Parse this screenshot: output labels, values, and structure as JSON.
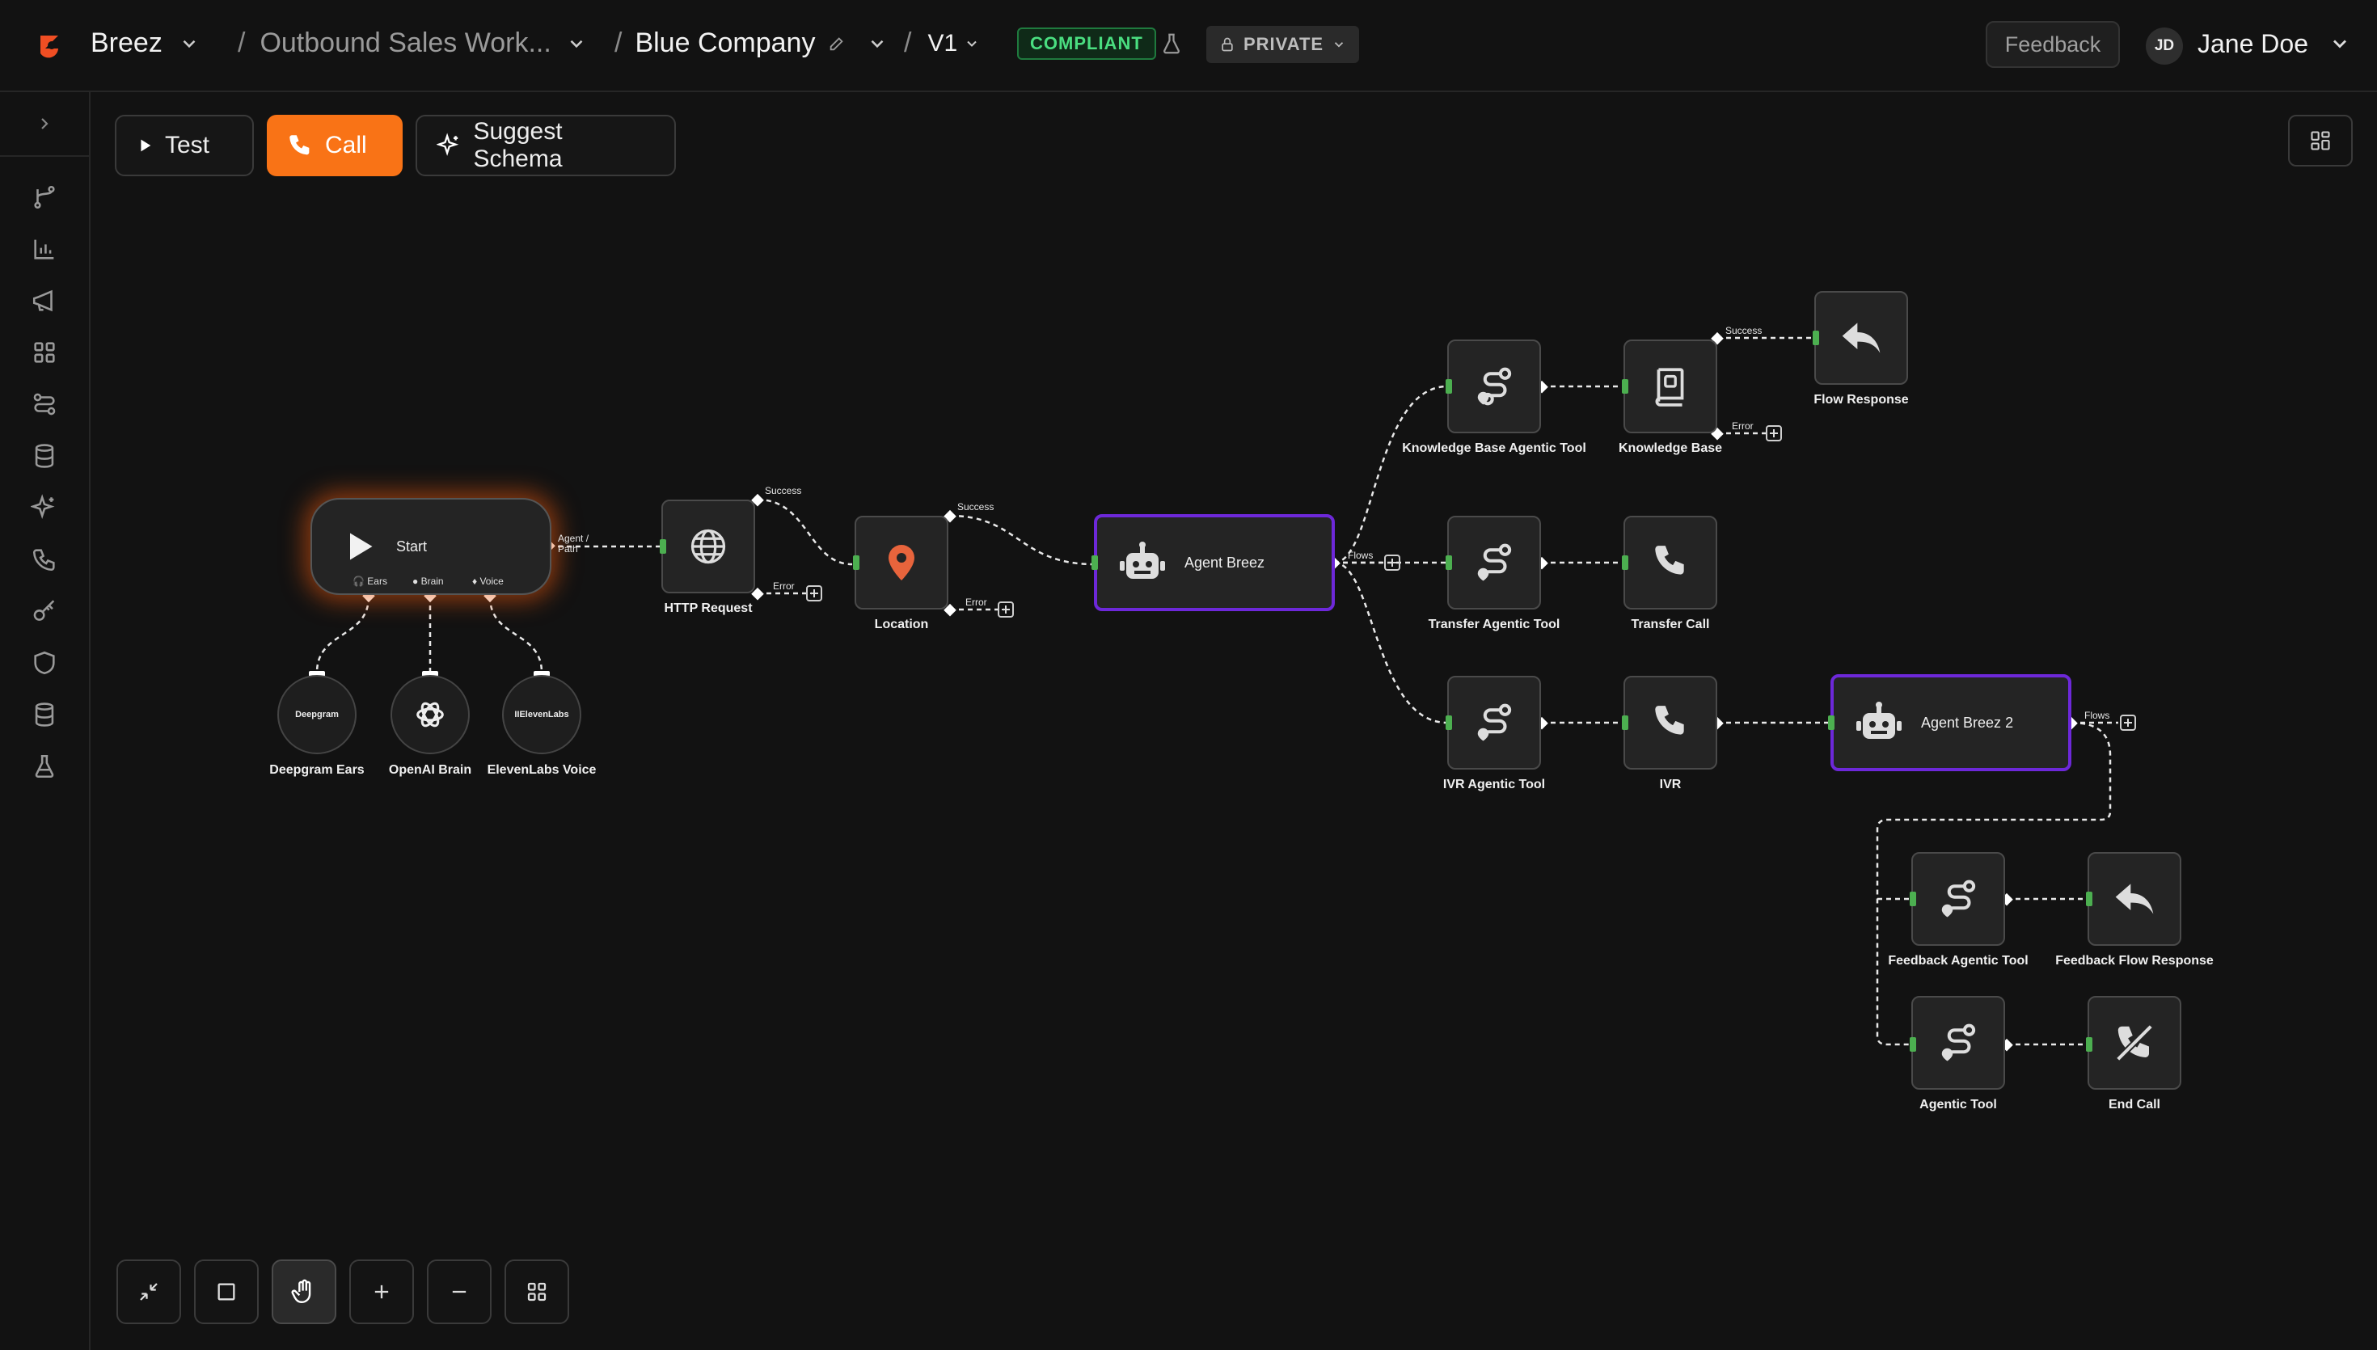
{
  "header": {
    "app_name": "Breez",
    "breadcrumb_workflow": "Outbound Sales Work...",
    "breadcrumb_company": "Blue Company",
    "version": "V1",
    "compliance_badge": "COMPLIANT",
    "privacy_label": "PRIVATE",
    "feedback_label": "Feedback",
    "user_initials": "JD",
    "user_name": "Jane Doe"
  },
  "toolbar": {
    "test_label": "Test",
    "call_label": "Call",
    "suggest_label": "Suggest Schema"
  },
  "sidebar": {
    "icons": [
      "flow-icon",
      "chart-icon",
      "megaphone-icon",
      "grid-icon",
      "route-icon",
      "database-icon",
      "sparkles-icon",
      "phone-icon",
      "key-icon",
      "shield-icon",
      "storage-icon",
      "flask-icon"
    ]
  },
  "colors": {
    "accent": "#f97316",
    "agent_border": "#6d28d9",
    "port": "#4caf50",
    "compliant": "#4ade80"
  },
  "flow": {
    "start": {
      "label": "Start",
      "ears": "Ears",
      "brain": "Brain",
      "voice": "Voice",
      "out": "Agent / Path"
    },
    "providers": {
      "deepgram_logo": "Deepgram",
      "deepgram": "Deepgram Ears",
      "openai": "OpenAI Brain",
      "elevenlabs_logo": "IIElevenLabs",
      "elevenlabs": "ElevenLabs Voice"
    },
    "http": {
      "label": "HTTP Request",
      "success": "Success",
      "error": "Error"
    },
    "location": {
      "label": "Location",
      "success": "Success",
      "error": "Error"
    },
    "agent1": {
      "label": "Agent Breez",
      "flows": "Flows"
    },
    "kb_tool": "Knowledge Base Agentic Tool",
    "kb": {
      "label": "Knowledge Base",
      "success": "Success",
      "error": "Error"
    },
    "flow_response": "Flow Response",
    "transfer_tool": "Transfer Agentic Tool",
    "transfer_call": "Transfer Call",
    "ivr_tool": "IVR Agentic Tool",
    "ivr": "IVR",
    "agent2": {
      "label": "Agent Breez 2",
      "flows": "Flows"
    },
    "feedback_tool": "Feedback Agentic Tool",
    "feedback_response": "Feedback Flow Response",
    "agentic_tool": "Agentic Tool",
    "end_call": "End Call"
  }
}
